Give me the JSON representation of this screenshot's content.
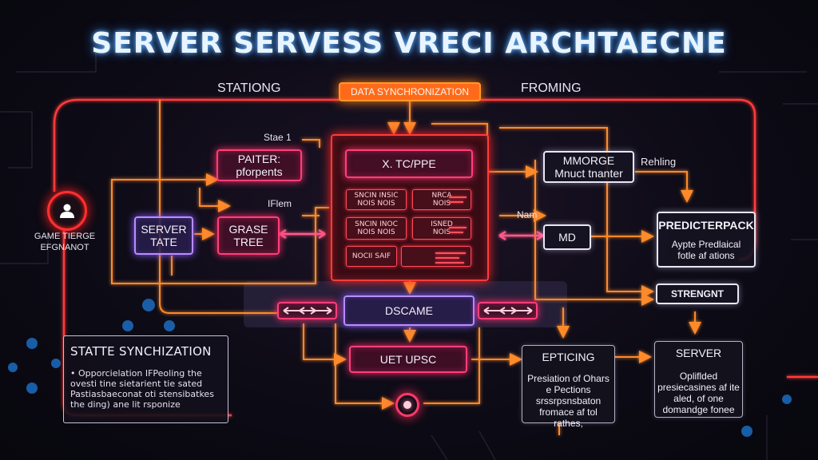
{
  "title": "SERVER SERVESS VRECI ARCHTAECNE",
  "labels": {
    "stationg": "STATIONG",
    "froming": "FROMING",
    "stage": "Stae 1",
    "iflem": "IFlem",
    "rehling": "Rehling",
    "nam": "Nam",
    "game_client": "GAME TIERGE EFGNANOT"
  },
  "boxes": {
    "data_sync": "DATA SYNCHRONIZATION",
    "painter_l1": "PAITER:",
    "painter_l2": "pforpents",
    "server_tate_l1": "SERVER",
    "server_tate_l2": "TATE",
    "grase_tree_l1": "GRASE",
    "grase_tree_l2": "TREE",
    "core_header": "X. TC/PPE",
    "mmorge_l1": "MMORGE",
    "mmorge_l2": "Mnuct tnanter",
    "md": "MD",
    "predicterpack": "PREDICTERPACK",
    "predicterpack_desc": "Aypte Predlaical fotle af ations",
    "strengnt": "STRENGNT",
    "dscame": "DSCAME",
    "uet_upsc": "UET UPSC",
    "epticing": "EPTICING",
    "epticing_desc": "Presiation of Ohars e Pections srssrpsnsbaton fromace af tol rathes,",
    "server": "SERVER",
    "server_desc": "Opliflded presiecasines af ite aled, of one domandge fonee"
  },
  "core_cells": [
    {
      "l1": "SNCIN",
      "l2": "NOIS",
      "r1": "INSIC",
      "r2": "NOIS"
    },
    {
      "l1": "NRCA",
      "l2": "NOIS",
      "r1": "",
      "r2": ""
    },
    {
      "l1": "SNCIN",
      "l2": "NOIS",
      "r1": "INOC",
      "r2": "NOIS"
    },
    {
      "l1": "ISNED",
      "l2": "NOIS",
      "r1": "",
      "r2": ""
    },
    {
      "l1": "NOCII",
      "l2": "",
      "r1": "SAIF",
      "r2": ""
    }
  ],
  "panel": {
    "title": "STATTE SYNCHIZATION",
    "body": "• Opporcielation IFPeoling the ovesti tine sietarient tie sated Pastiasbaeconat oti stensibatkes the ding) ane lit rsponize"
  },
  "colors": {
    "wire_red": "#ff3a3a",
    "wire_orange": "#ff8a2a",
    "wire_pink": "#ff3f7a",
    "accent_violet": "#b98cff",
    "title_glow": "#6fb8ff"
  },
  "icons": [
    "users-icon",
    "sync-node-icon"
  ]
}
